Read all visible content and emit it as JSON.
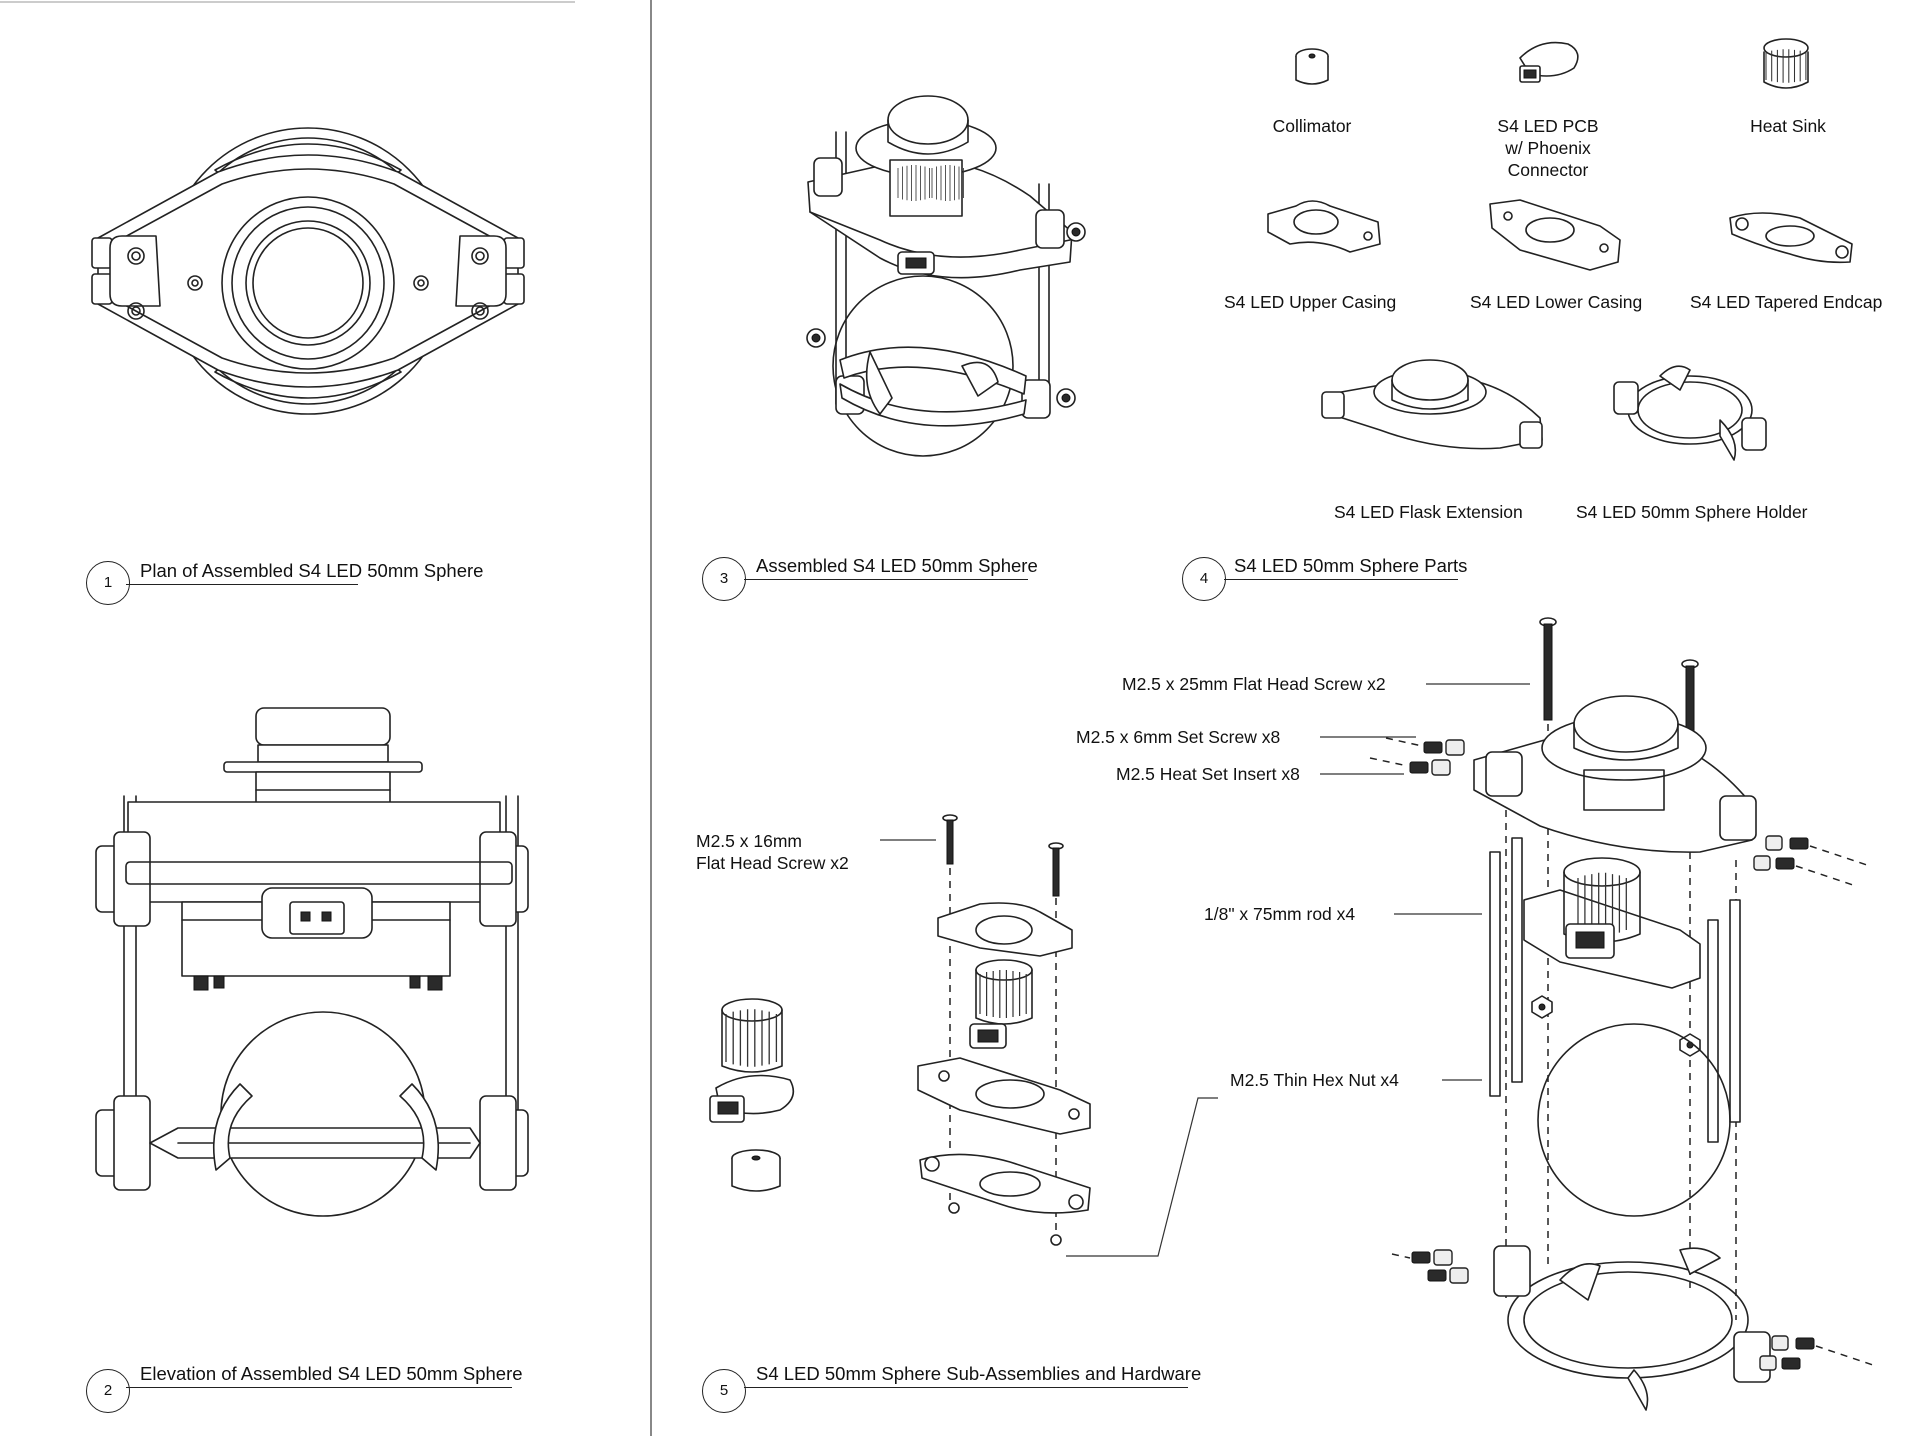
{
  "views": {
    "v1": {
      "number": "1",
      "title": "Plan of Assembled S4 LED 50mm Sphere"
    },
    "v2": {
      "number": "2",
      "title": "Elevation of Assembled S4 LED 50mm Sphere"
    },
    "v3": {
      "number": "3",
      "title": "Assembled S4 LED 50mm Sphere"
    },
    "v4": {
      "number": "4",
      "title": "S4 LED 50mm Sphere Parts"
    },
    "v5": {
      "number": "5",
      "title": "S4 LED 50mm Sphere Sub-Assemblies and Hardware"
    }
  },
  "parts": {
    "collimator": "Collimator",
    "pcb_line1": "S4 LED PCB",
    "pcb_line2": "w/ Phoenix",
    "pcb_line3": "Connector",
    "heat_sink": "Heat Sink",
    "upper_casing": "S4 LED Upper Casing",
    "lower_casing": "S4 LED Lower Casing",
    "tapered_endcap": "S4 LED Tapered Endcap",
    "flask_extension": "S4 LED Flask Extension",
    "sphere_holder": "S4 LED 50mm Sphere Holder"
  },
  "hardware": {
    "screw_25": "M2.5 x 25mm Flat Head Screw x2",
    "set_screw": "M2.5 x 6mm Set Screw x8",
    "insert": "M2.5 Heat Set Insert x8",
    "screw_16_line1": "M2.5 x 16mm",
    "screw_16_line2": "Flat Head Screw x2",
    "rod": "1/8\" x 75mm rod x4",
    "hex_nut": "M2.5 Thin Hex Nut x4"
  }
}
